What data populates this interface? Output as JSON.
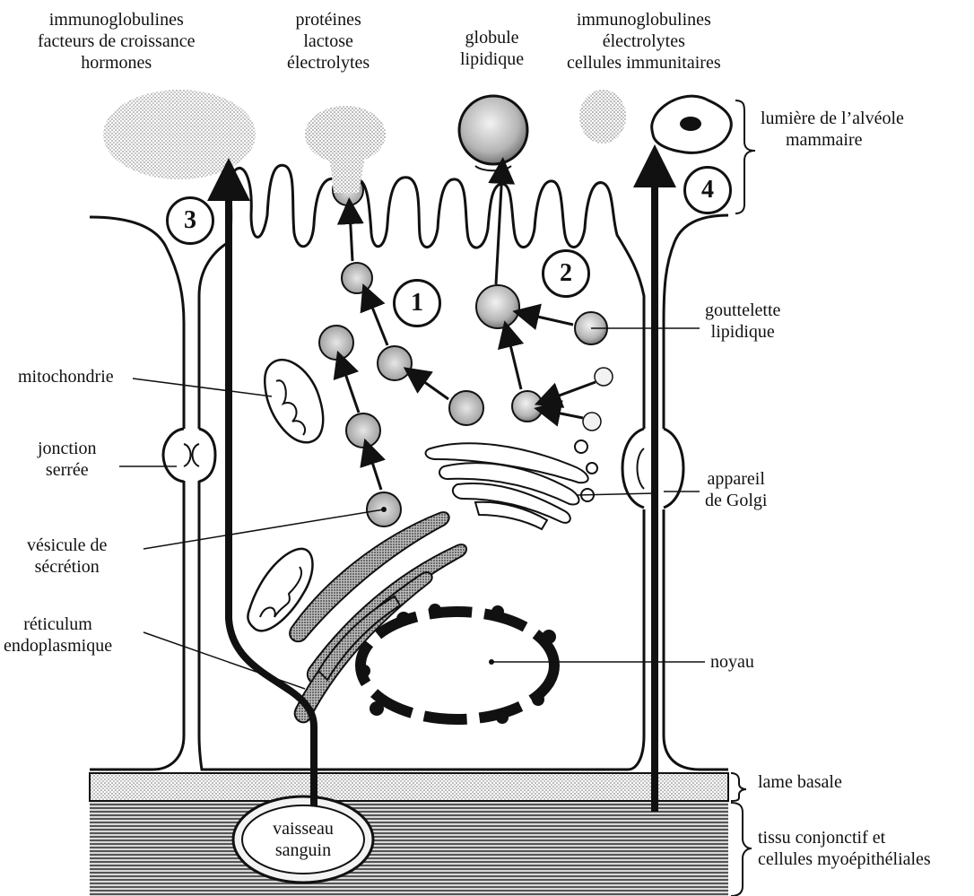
{
  "top_labels": {
    "left": [
      "immunoglobulines",
      "facteurs de croissance",
      "hormones"
    ],
    "center_left": [
      "protéines",
      "lactose",
      "électrolytes"
    ],
    "center": [
      "globule",
      "lipidique"
    ],
    "right": [
      "immunoglobulines",
      "électrolytes",
      "cellules immunitaires"
    ]
  },
  "right_labels": {
    "lumen": [
      "lumière de l’alvéole",
      "mammaire"
    ],
    "gouttelette": [
      "gouttelette",
      "lipidique"
    ],
    "golgi": [
      "appareil",
      "de Golgi"
    ],
    "noyau": "noyau",
    "lame": "lame basale",
    "tissu": [
      "tissu conjonctif et",
      "cellules myoépithéliales"
    ]
  },
  "left_labels": {
    "mitochondrie": "mitochondrie",
    "jonction": [
      "jonction",
      "serrée"
    ],
    "vesicule": [
      "vésicule de",
      "sécrétion"
    ],
    "reticulum": [
      "réticulum",
      "endoplasmique"
    ]
  },
  "vessel": [
    "vaisseau",
    "sanguin"
  ],
  "pathway_numbers": [
    "1",
    "2",
    "3",
    "4"
  ]
}
